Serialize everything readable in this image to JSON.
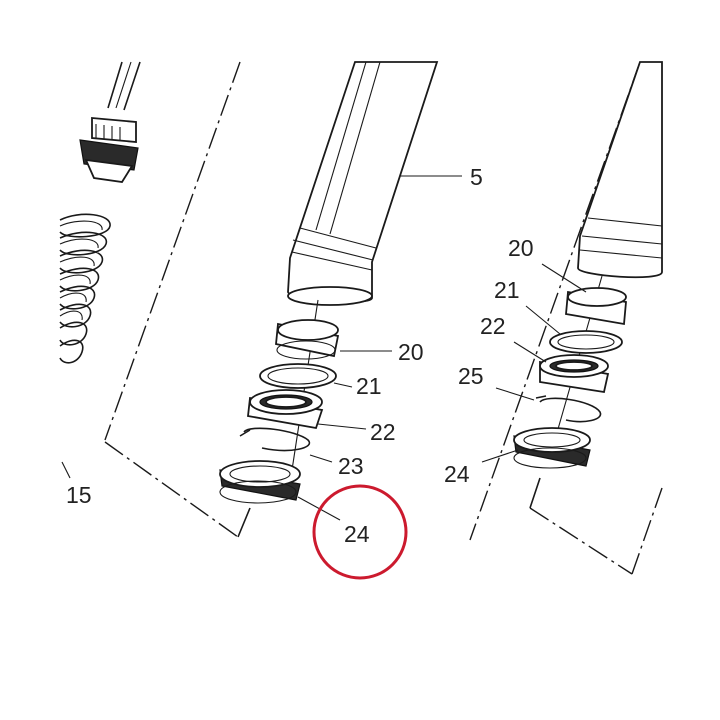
{
  "labels": {
    "fork_tube": "5",
    "spring": "15",
    "bushing_center": "20",
    "washer_center": "21",
    "oil_seal_center": "22",
    "clip_center": "23",
    "dust_seal_center": "24",
    "bushing_right": "20",
    "washer_right": "21",
    "oil_seal_right": "22",
    "clip_right": "25",
    "dust_seal_right": "24"
  },
  "colors": {
    "line": "#1a1a1a",
    "label": "#222222",
    "highlight": "#cc1a2e"
  }
}
